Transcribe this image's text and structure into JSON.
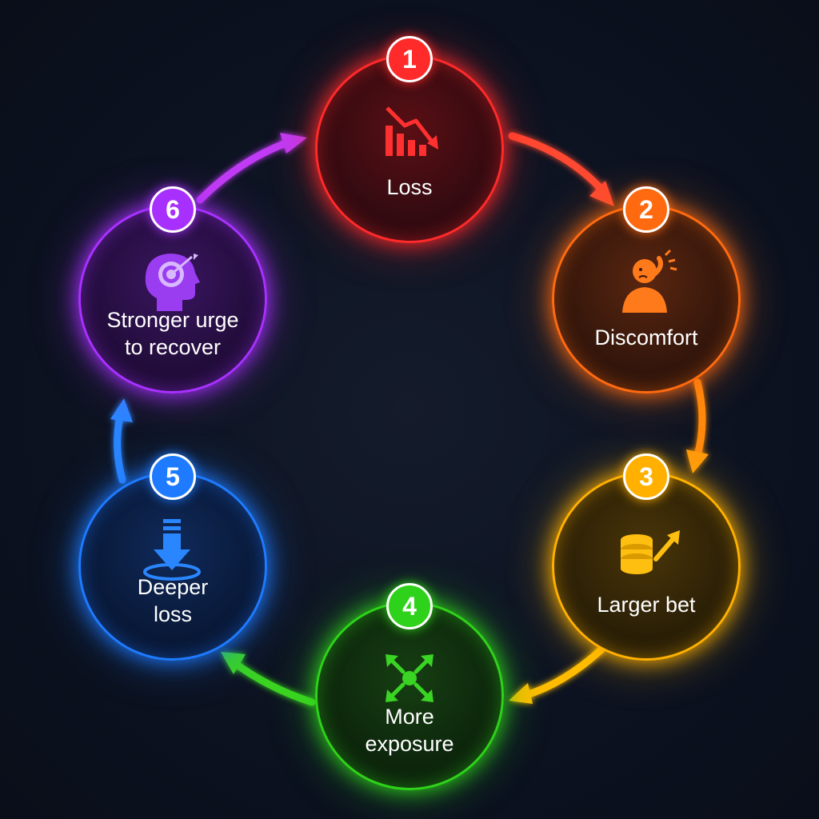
{
  "colors": {
    "background": "#0c1220",
    "step1": "#ff2a2a",
    "step2": "#ff6a10",
    "step3": "#ffb000",
    "step4": "#2fd21a",
    "step5": "#1e7bff",
    "step6": "#a830ff"
  },
  "steps": [
    {
      "number": "1",
      "lines": [
        "Loss"
      ],
      "icon": "declining-chart-icon"
    },
    {
      "number": "2",
      "lines": [
        "Discomfort"
      ],
      "icon": "distressed-person-icon"
    },
    {
      "number": "3",
      "lines": [
        "Larger bet"
      ],
      "icon": "coin-stack-up-arrow-icon"
    },
    {
      "number": "4",
      "lines": [
        "More",
        "exposure"
      ],
      "icon": "expand-arrows-icon"
    },
    {
      "number": "5",
      "lines": [
        "Deeper",
        "loss"
      ],
      "icon": "down-arrow-into-hole-icon"
    },
    {
      "number": "6",
      "lines": [
        "Stronger urge",
        "to recover"
      ],
      "icon": "head-target-icon"
    }
  ]
}
